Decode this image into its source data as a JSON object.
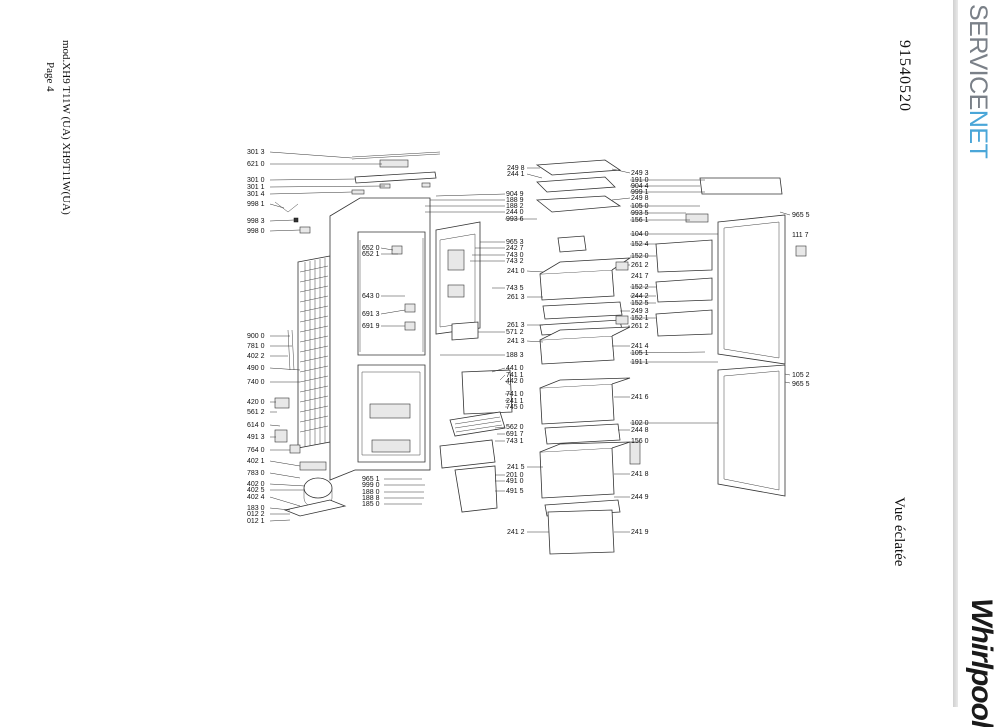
{
  "header": {
    "model_line": "mod.XH9 T11W (UA) XH9T11W(UA)",
    "page_label": "Page 4",
    "document_code": "91540520",
    "title": "Vue éclatée"
  },
  "brands": {
    "service": {
      "name": "SERVICENET",
      "part1": "SERVICE",
      "part2": "NET"
    },
    "manufacturer": {
      "name": "Whirlpool"
    }
  },
  "callouts": {
    "left": [
      "301 3",
      "621 0",
      "301 0",
      "301 1",
      "301 4",
      "998 1",
      "998 3",
      "998 0",
      "900 0",
      "781 0",
      "402 2",
      "490 0",
      "740 0",
      "420 0",
      "561 2",
      "614 0",
      "491 3",
      "764 0",
      "402 1",
      "783 0",
      "402 0",
      "402 5",
      "402 4",
      "183 0",
      "012 2",
      "012 1"
    ],
    "cabinet": [
      "652 0",
      "652 1",
      "643 0",
      "691 3",
      "691 9",
      "965 1",
      "999 0",
      "188 0",
      "188 8",
      "185 0"
    ],
    "center_left": [
      "904 9",
      "188 9",
      "188 2",
      "244 0",
      "993 6",
      "965 3",
      "242 7",
      "743 0",
      "743 2",
      "743 5",
      "571 2",
      "188 3",
      "441 0",
      "741 1",
      "442 0",
      "741 0",
      "241 1",
      "745 0",
      "562 0",
      "691 7",
      "743 1",
      "201 0",
      "491 0",
      "491 5"
    ],
    "center_right": [
      "249 8",
      "244 1",
      "241 0",
      "261 3",
      "261 3",
      "241 3",
      "241 5",
      "241 2"
    ],
    "right": [
      "249 3",
      "191 0",
      "904 4",
      "999 1",
      "249 8",
      "105 0",
      "993 5",
      "156 1",
      "104 0",
      "152 4",
      "152 0",
      "261 2",
      "241 7",
      "152 2",
      "244 2",
      "152 5",
      "249 3",
      "152 1",
      "261 2",
      "241 4",
      "105 1",
      "191 1",
      "241 6",
      "102 0",
      "244 8",
      "156 0",
      "241 8",
      "244 9",
      "241 9"
    ],
    "far_right": [
      "965 5",
      "111 7",
      "105 2",
      "965 5"
    ]
  },
  "colors": {
    "ink": "#111111",
    "line": "#333333",
    "servicenet_grey": "#7a8088",
    "servicenet_blue": "#4aa6d8"
  }
}
